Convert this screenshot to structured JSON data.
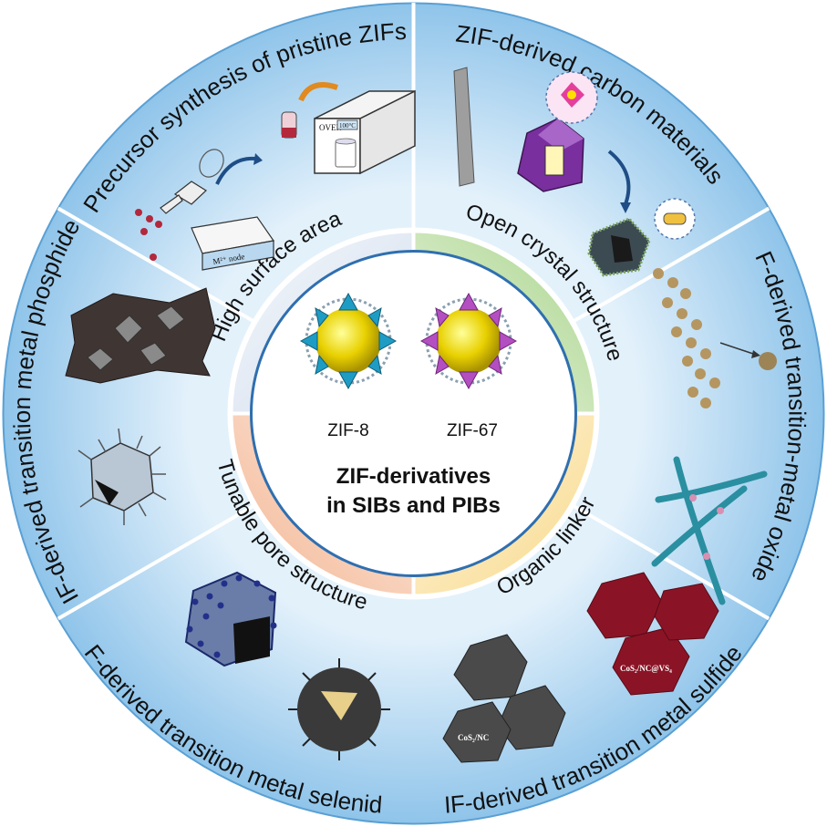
{
  "outer_sections": [
    {
      "id": "precursor",
      "label": "Precursor synthesis of pristine ZIFs"
    },
    {
      "id": "carbon",
      "label": "ZIF-derived carbon materials"
    },
    {
      "id": "oxides",
      "label": "ZIF-derived transition-metal oxides"
    },
    {
      "id": "sulfides",
      "label": "ZIF-derived transition metal sulfides"
    },
    {
      "id": "selenides",
      "label": "ZIF-derived transition metal selenides"
    },
    {
      "id": "phosphides",
      "label": "ZIF-derived transition metal phosphides"
    }
  ],
  "inner_quadrants": [
    {
      "id": "surface",
      "label": "High surface area",
      "color": "#dde6f2"
    },
    {
      "id": "crystal",
      "label": "Open crystal structure",
      "color": "#c9e3b4"
    },
    {
      "id": "linker",
      "label": "Organic linker",
      "color": "#fbe3a6"
    },
    {
      "id": "pore",
      "label": "Tunable pore structure",
      "color": "#f6c7ad"
    }
  ],
  "center": {
    "mof_left": "ZIF-8",
    "mof_right": "ZIF-67",
    "title_line1": "ZIF-derivatives",
    "title_line2": "in SIBs and PIBs"
  },
  "annotations": {
    "oven": "OVEN",
    "temperature": "100°C",
    "node": "M²⁺ node",
    "sulfide_a": "CoS₂/NC@VS₄",
    "sulfide_b": "CoS₂/NC"
  },
  "colors": {
    "outer_ring": "#a8d1ee",
    "outer_ring_light": "#cfe6f7",
    "divider": "#ffffff",
    "ring_border": "#2f6fb0",
    "center_fill": "#ffffff"
  }
}
